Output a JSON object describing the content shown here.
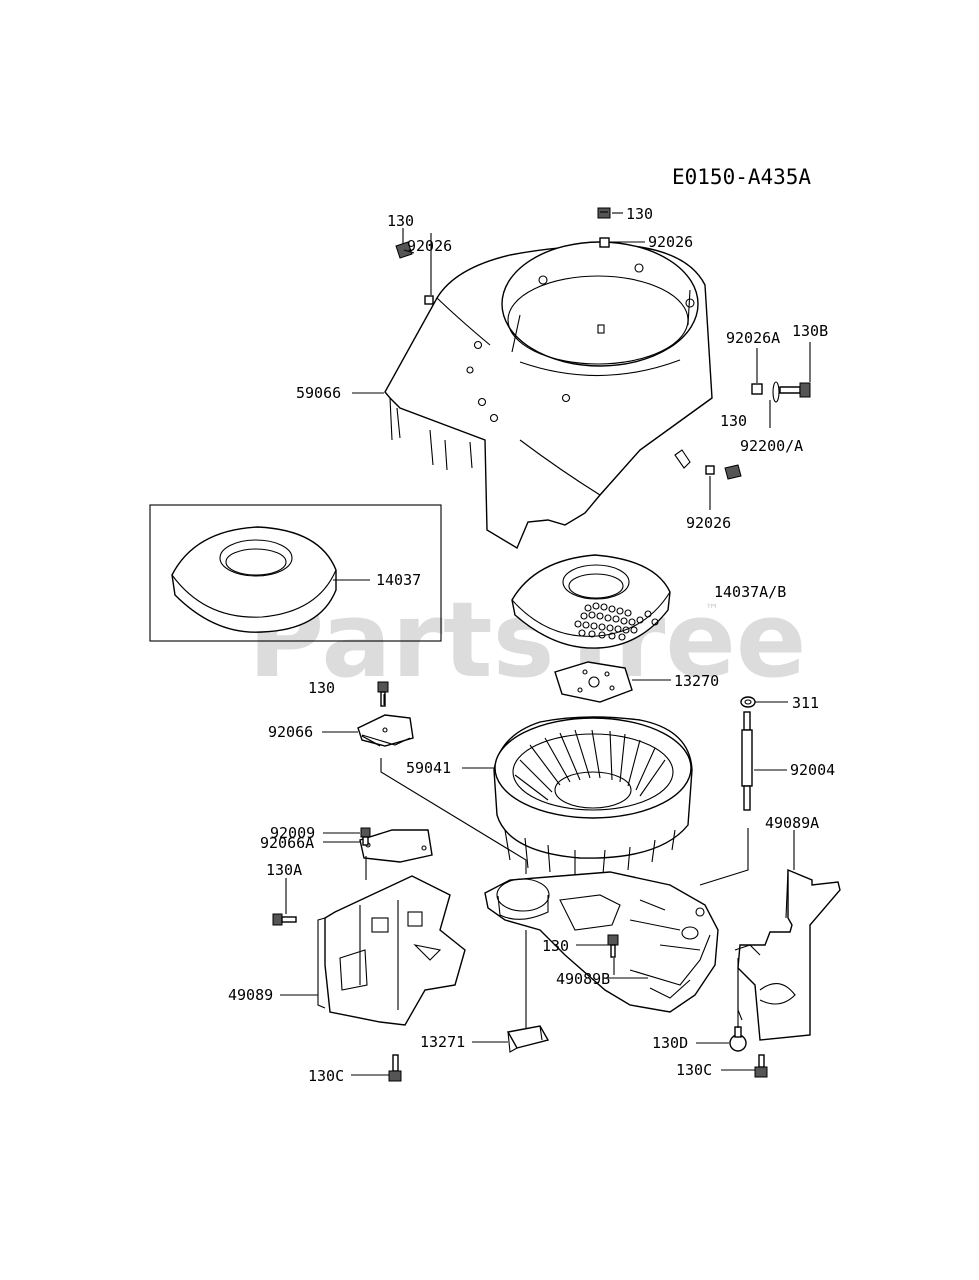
{
  "diagram": {
    "code": "E0150-A435A",
    "watermark": "PartsTree",
    "trademark": "™",
    "parts": [
      {
        "id": "p130_top",
        "label": "130"
      },
      {
        "id": "p92026_top",
        "label": "92026"
      },
      {
        "id": "p130_left",
        "label": "130"
      },
      {
        "id": "p92026_left",
        "label": "92026"
      },
      {
        "id": "p59066",
        "label": "59066"
      },
      {
        "id": "p92026A",
        "label": "92026A"
      },
      {
        "id": "p130B",
        "label": "130B"
      },
      {
        "id": "p130_right",
        "label": "130"
      },
      {
        "id": "p92200A",
        "label": "92200/A"
      },
      {
        "id": "p92026_right",
        "label": "92026"
      },
      {
        "id": "p14037",
        "label": "14037"
      },
      {
        "id": "p14037AB",
        "label": "14037A/B"
      },
      {
        "id": "p13270",
        "label": "13270"
      },
      {
        "id": "p130_mid",
        "label": "130"
      },
      {
        "id": "p92066",
        "label": "92066"
      },
      {
        "id": "p311",
        "label": "311"
      },
      {
        "id": "p59041",
        "label": "59041"
      },
      {
        "id": "p92004",
        "label": "92004"
      },
      {
        "id": "p49089A",
        "label": "49089A"
      },
      {
        "id": "p92009",
        "label": "92009"
      },
      {
        "id": "p92066A",
        "label": "92066A"
      },
      {
        "id": "p130A",
        "label": "130A"
      },
      {
        "id": "p130_low",
        "label": "130"
      },
      {
        "id": "p49089",
        "label": "49089"
      },
      {
        "id": "p49089B",
        "label": "49089B"
      },
      {
        "id": "p130D",
        "label": "130D"
      },
      {
        "id": "p13271",
        "label": "13271"
      },
      {
        "id": "p130C_left",
        "label": "130C"
      },
      {
        "id": "p130C_right",
        "label": "130C"
      }
    ]
  }
}
